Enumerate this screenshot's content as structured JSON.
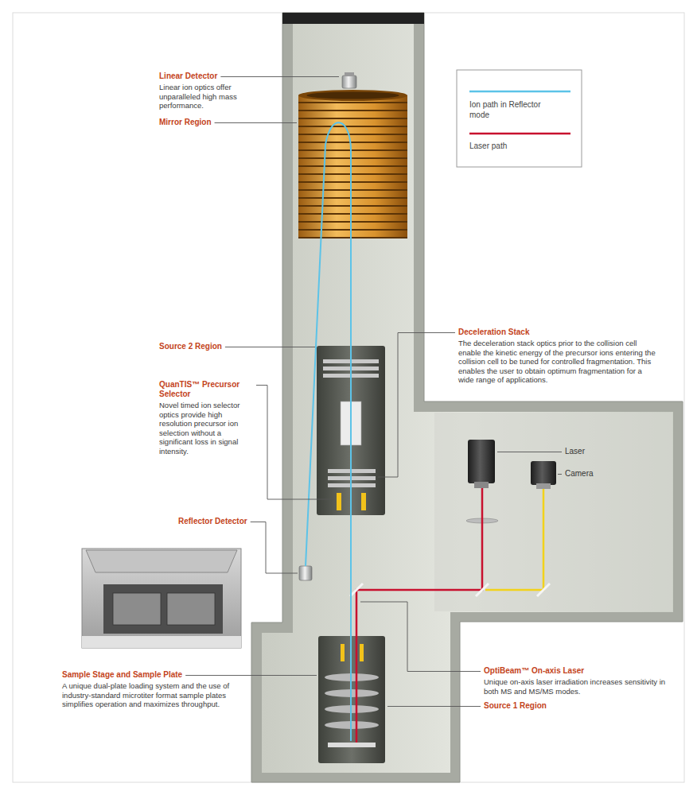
{
  "diagram": {
    "labels": [
      "Linear Detector",
      "Linear ion optics offer unparalleled high mass performance.",
      "Mirror Region",
      "Source 2 Region",
      "QuanTIS™ Precursor Selector",
      "Novel timed ion selector optics provide high resolution precursor ion selection without a significant loss in signal intensity.",
      "Deceleration Stack",
      "The deceleration stack optics prior to the collision cell enable the kinetic energy of the precursor ions entering the collision cell to be tuned for controlled fragmentation. This enables the user to obtain optimum fragmentation for a wide range of applications.",
      "Laser",
      "Camera",
      "Reflector Detector",
      "OptiBeam™ On-axis Laser",
      "Unique on-axis laser irradiation increases sensitivity in both MS and MS/MS modes.",
      "Sample Stage and Sample Plate",
      "A unique dual-plate loading system and the use of industry-standard microtiter format sample plates simplifies operation and maximizes throughput.",
      "Source 1 Region"
    ],
    "legend": [
      {
        "text": "Ion path in Reflector mode"
      },
      {
        "text": "Laser path"
      }
    ]
  }
}
